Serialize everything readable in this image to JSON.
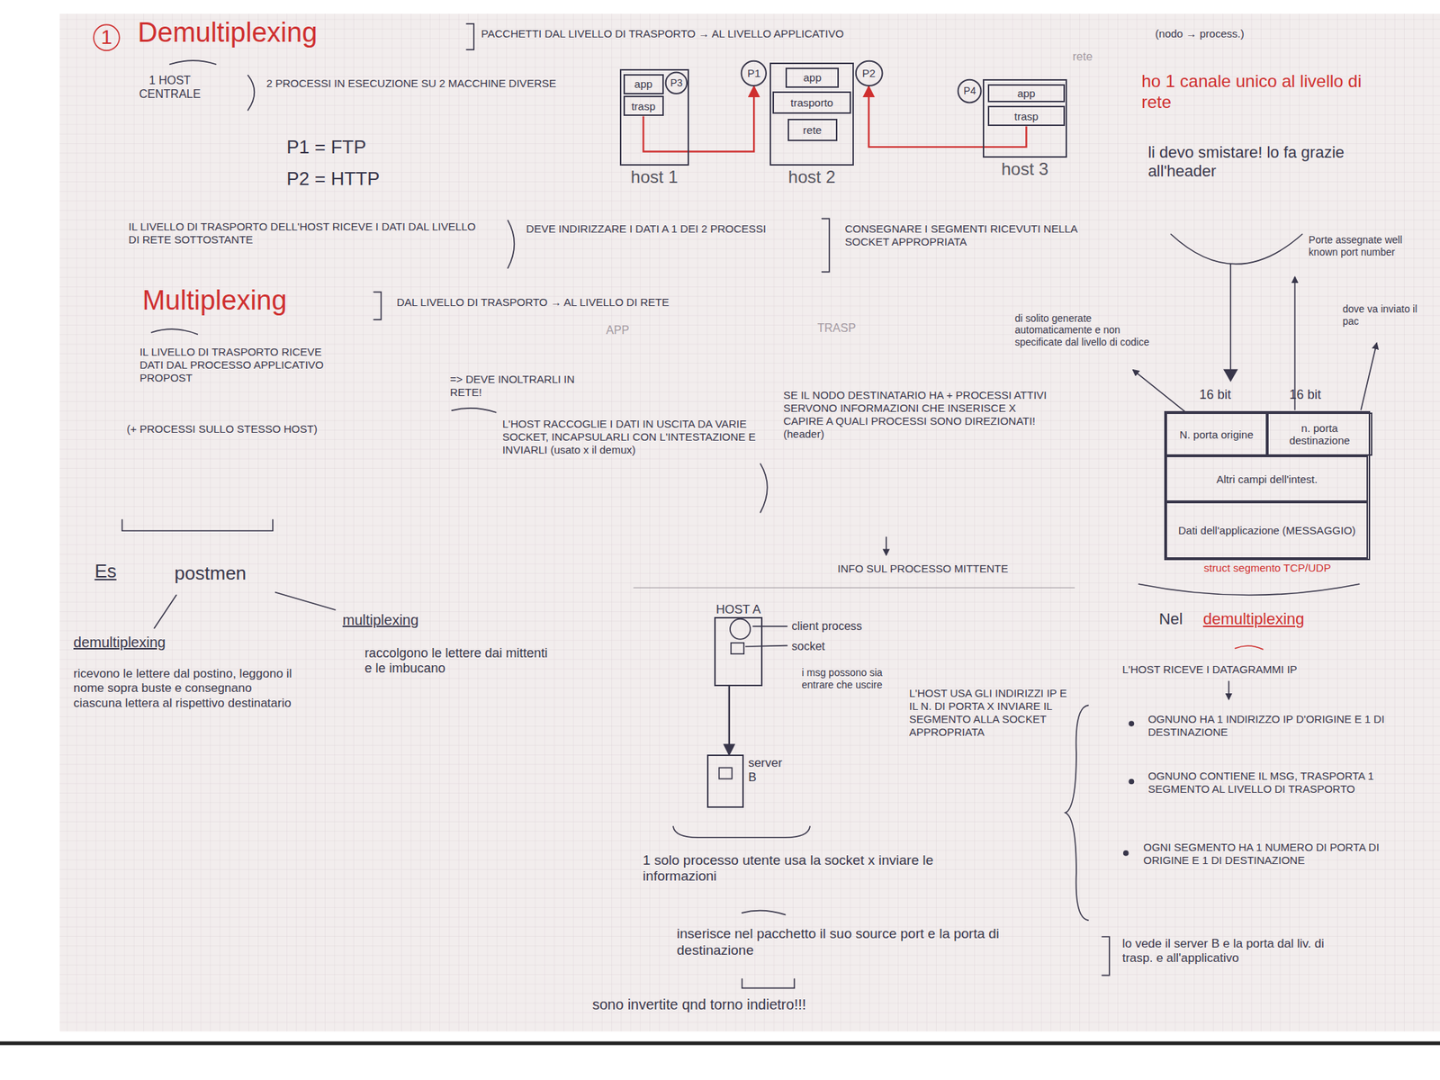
{
  "diagram": {
    "nodes": [
      {
        "text": [
          "host 1"
        ]
      },
      {
        "text": [
          "app"
        ],
        "in": 0
      },
      {
        "text": [
          "P3"
        ],
        "in": 0
      },
      {
        "text": [
          "trasp"
        ],
        "in": 0
      },
      {
        "text": [
          "P1"
        ]
      },
      {
        "text": [
          "host 2"
        ]
      },
      {
        "text": [
          "app"
        ],
        "in": 5
      },
      {
        "text": [
          "trasporto"
        ],
        "in": 5
      },
      {
        "text": [
          "rete"
        ],
        "in": 5
      },
      {
        "text": [
          "P2"
        ]
      },
      {
        "text": [
          "P4"
        ]
      },
      {
        "text": [
          "host 3"
        ]
      },
      {
        "text": [
          "app"
        ],
        "in": 11
      },
      {
        "text": [
          "trasp"
        ],
        "in": 11
      },
      {
        "text": [
          "struct segmento TCP/UDP"
        ]
      },
      {
        "text": [
          "N. porta origine"
        ],
        "in": 14
      },
      {
        "text": [
          "n. porta destinazione"
        ],
        "in": 14
      },
      {
        "text": [
          "Altri campi dell'intest."
        ],
        "in": 14
      },
      {
        "text": [
          "Dati dell'applicazione (MESSAGGIO)"
        ],
        "in": 14
      },
      {
        "text": [
          "HOST A"
        ]
      },
      {
        "text": [
          "server B"
        ]
      }
    ],
    "edges": [
      {
        "from": 3,
        "to": 4,
        "arrow": "to"
      },
      {
        "from": 13,
        "to": 9,
        "arrow": "to"
      },
      {
        "from": 19,
        "to": 20,
        "arrow": "to"
      }
    ],
    "labels": [
      "1",
      "Demultiplexing",
      "PACCHETTI DAL LIVELLO DI TRASPORTO → AL LIVELLO APPLICATIVO",
      "(nodo → process.)",
      "rete",
      "1 HOST CENTRALE",
      "2 PROCESSI IN ESECUZIONE SU 2 MACCHINE DIVERSE",
      "P1 = FTP",
      "P2 = HTTP",
      "ho 1 canale unico al livello di rete",
      "li devo smistare! lo fa grazie all'header",
      "IL LIVELLO DI TRASPORTO DELL'HOST RICEVE I DATI DAL LIVELLO DI RETE SOTTOSTANTE",
      "DEVE INDIRIZZARE I DATI A 1 DEI 2 PROCESSI",
      "CONSEGNARE I SEGMENTI RICEVUTI NELLA SOCKET APPROPRIATA",
      "Multiplexing",
      "DAL LIVELLO DI TRASPORTO → AL LIVELLO DI RETE",
      "APP",
      "TRASP",
      "IL LIVELLO DI TRASPORTO RICEVE DATI DAL PROCESSO APPLICATIVO PROPOST",
      "(+ PROCESSI SULLO STESSO HOST)",
      "=> DEVE INOLTRARLI IN RETE!",
      "L'HOST RACCOGLIE I DATI IN USCITA DA VARIE SOCKET, INCAPSULARLI CON L'INTESTAZIONE E INVIARLI (usato x il demux)",
      "SE IL NODO DESTINATARIO HA + PROCESSI ATTIVI SERVONO INFORMAZIONI CHE INSERISCE X CAPIRE A QUALI PROCESSI SONO DIREZIONATI! (header)",
      "INFO SUL PROCESSO MITTENTE",
      "Es",
      "postmen",
      "demultiplexing",
      "ricevono le lettere dal postino, leggono il nome sopra buste e consegnano ciascuna lettera al rispettivo destinatario",
      "multiplexing",
      "raccolgono le lettere dai mittenti e le imbucano",
      "di solito generate automaticamente e non specificate dal livello di codice",
      "Porte assegnate well known port number",
      "dove va inviato il pac",
      "16 bit",
      "16 bit",
      "Nel",
      "demultiplexing",
      "L'HOST RICEVE I DATAGRAMMI IP",
      "OGNUNO HA 1 INDIRIZZO IP D'ORIGINE E 1 DI DESTINAZIONE",
      "OGNUNO CONTIENE IL MSG, TRASPORTA 1 SEGMENTO AL LIVELLO DI TRASPORTO",
      "OGNI SEGMENTO HA 1 NUMERO DI PORTA DI ORIGINE E 1 DI DESTINAZIONE",
      "client process",
      "socket",
      "i msg possono sia entrare che uscire",
      "L'HOST USA GLI INDIRIZZI IP E IL N. DI PORTA X INVIARE IL SEGMENTO ALLA SOCKET APPROPRIATA",
      "1 solo processo utente usa la socket x inviare le informazioni",
      "inserisce nel pacchetto il suo source port e la porta di destinazione",
      "lo vede il server B e la porta dal liv. di trasp. e all'applicativo",
      "sono invertite qnd torno indietro!!!"
    ]
  }
}
